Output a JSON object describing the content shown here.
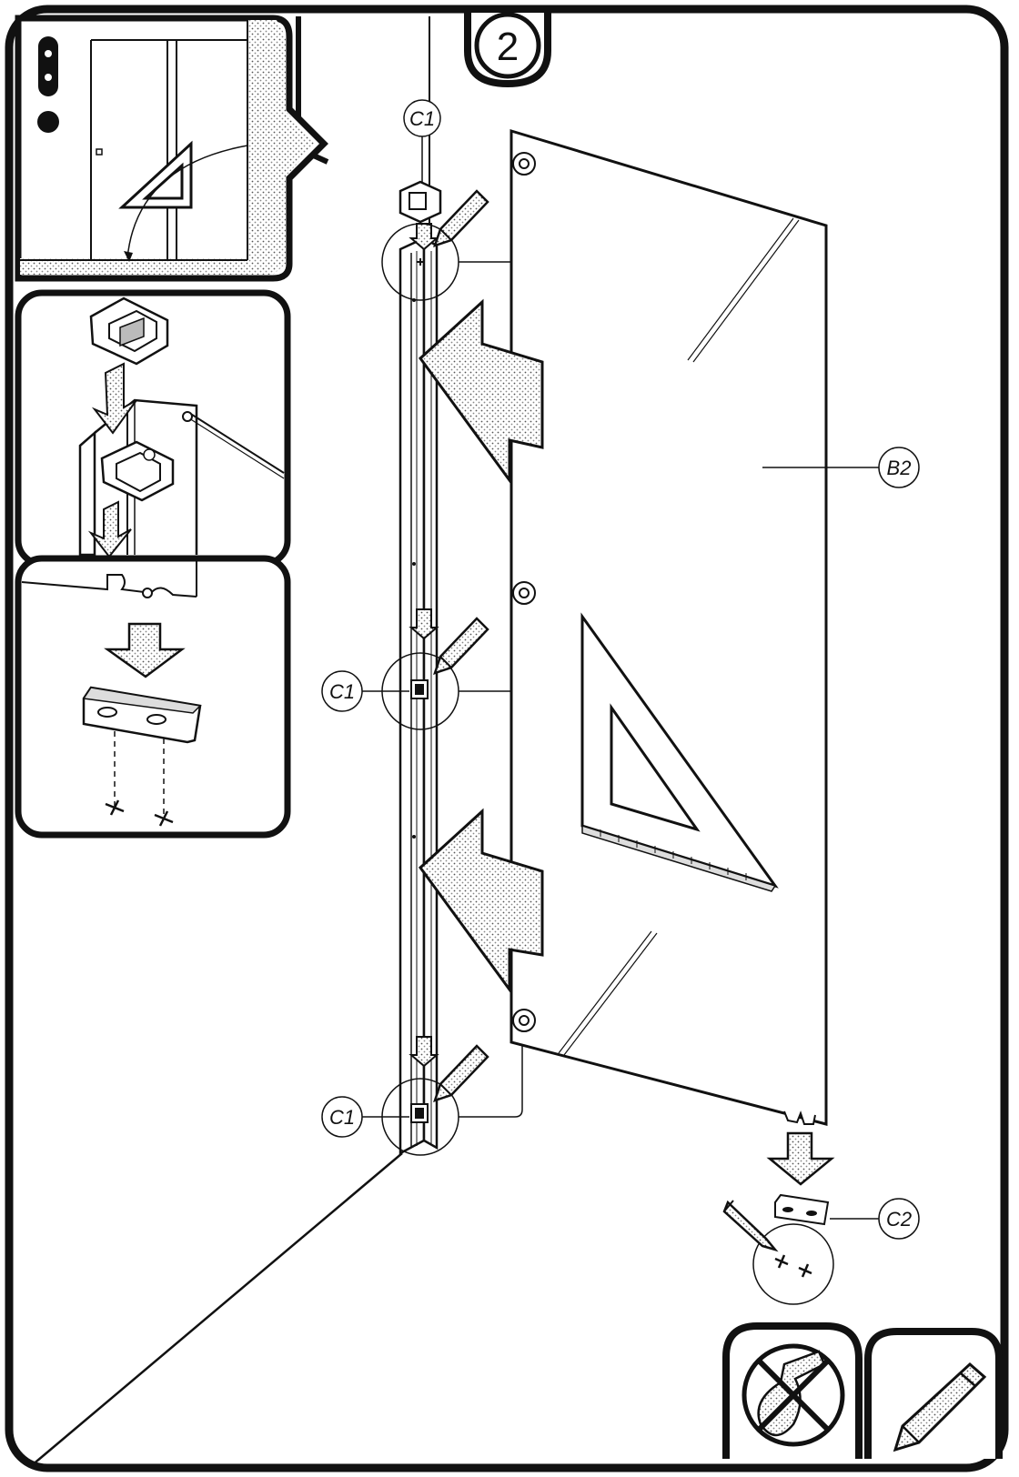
{
  "step_number": "2",
  "callouts": {
    "c1_top": "C1",
    "c1_mid": "C1",
    "c1_bottom": "C1",
    "b2": "B2",
    "c2": "C2"
  },
  "colors": {
    "ink": "#111111",
    "paper": "#ffffff",
    "stipple": "#cfcfcf"
  },
  "icons": {
    "no_drill": "no-drill-icon",
    "pencil": "pencil-icon",
    "set_square": "set-square-icon"
  }
}
